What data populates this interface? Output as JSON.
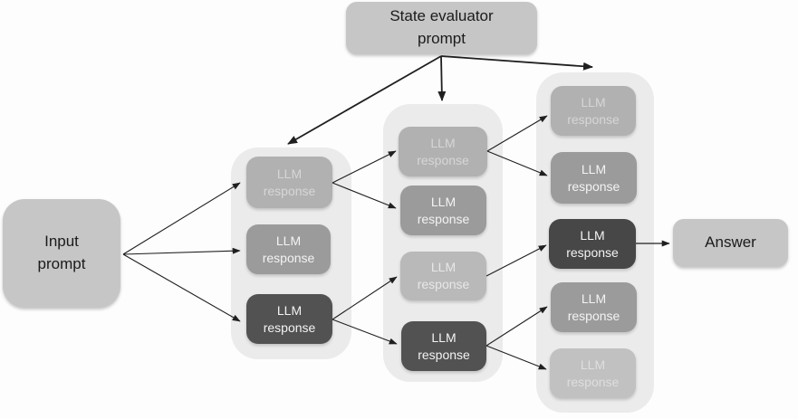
{
  "diagram": {
    "type": "tree-of-thoughts-flow",
    "nodes": {
      "input_prompt": {
        "label": "Input prompt"
      },
      "state_evaluator": {
        "label": "State evaluator prompt"
      },
      "answer": {
        "label": "Answer"
      }
    },
    "columns": [
      {
        "name": "step-1",
        "boxes": [
          {
            "label": "LLM response",
            "tone": "light"
          },
          {
            "label": "LLM response",
            "tone": "medium"
          },
          {
            "label": "LLM response",
            "tone": "dark"
          }
        ]
      },
      {
        "name": "step-2",
        "boxes": [
          {
            "label": "LLM response",
            "tone": "light"
          },
          {
            "label": "LLM response",
            "tone": "medium"
          },
          {
            "label": "LLM response",
            "tone": "soft"
          },
          {
            "label": "LLM response",
            "tone": "dark"
          }
        ]
      },
      {
        "name": "step-3",
        "boxes": [
          {
            "label": "LLM response",
            "tone": "light"
          },
          {
            "label": "LLM response",
            "tone": "medium"
          },
          {
            "label": "LLM response",
            "tone": "darkest"
          },
          {
            "label": "LLM response",
            "tone": "medium"
          },
          {
            "label": "LLM response",
            "tone": "faint"
          }
        ]
      }
    ],
    "edges": [
      {
        "from": "state_evaluator",
        "to": "step-1-group"
      },
      {
        "from": "state_evaluator",
        "to": "step-2-group"
      },
      {
        "from": "state_evaluator",
        "to": "step-3-group"
      },
      {
        "from": "input_prompt",
        "to": "step-1-box-1"
      },
      {
        "from": "input_prompt",
        "to": "step-1-box-2"
      },
      {
        "from": "input_prompt",
        "to": "step-1-box-3"
      },
      {
        "from": "step-1-box-1",
        "to": "step-2-box-1"
      },
      {
        "from": "step-1-box-1",
        "to": "step-2-box-2"
      },
      {
        "from": "step-1-box-3",
        "to": "step-2-box-3"
      },
      {
        "from": "step-1-box-3",
        "to": "step-2-box-4"
      },
      {
        "from": "step-2-box-1",
        "to": "step-3-box-1"
      },
      {
        "from": "step-2-box-1",
        "to": "step-3-box-2"
      },
      {
        "from": "step-2-box-3",
        "to": "step-3-box-3"
      },
      {
        "from": "step-2-box-4",
        "to": "step-3-box-4"
      },
      {
        "from": "step-2-box-4",
        "to": "step-3-box-5"
      },
      {
        "from": "step-3-box-3",
        "to": "answer"
      }
    ],
    "colors": {
      "background": "#fdfdfd",
      "group_bg": "#ebebeb",
      "big_node_bg": "#c6c6c6",
      "big_node_text": "#1b1b1b",
      "arrow": "#1f1f1f",
      "tone_light_bg": "#b1b1b1",
      "tone_light_text": "#d6d6d6",
      "tone_medium_bg": "#9b9b9b",
      "tone_soft_bg": "#b9b9b9",
      "tone_dark_bg": "#525252",
      "tone_darkest_bg": "#474747",
      "tone_faint_bg": "#c1c1c1",
      "llm_box_text_light": "#f3f3f3"
    }
  }
}
